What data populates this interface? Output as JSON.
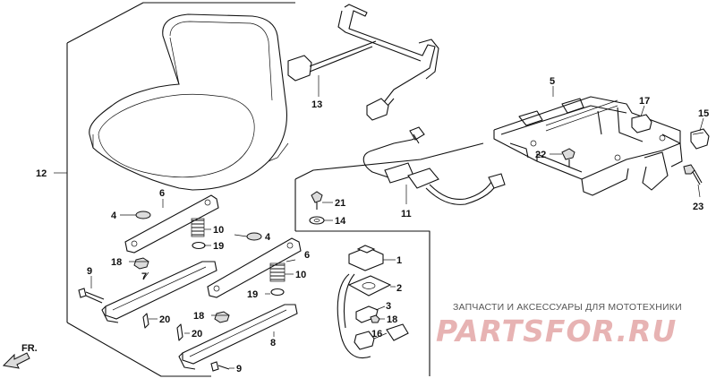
{
  "diagram": {
    "direction_label": "FR.",
    "callouts": {
      "c1": "1",
      "c2": "2",
      "c3": "3",
      "c4a": "4",
      "c4b": "4",
      "c5": "5",
      "c6a": "6",
      "c6b": "6",
      "c7": "7",
      "c8": "8",
      "c9a": "9",
      "c9b": "9",
      "c10a": "10",
      "c10b": "10",
      "c11": "11",
      "c12": "12",
      "c13": "13",
      "c14": "14",
      "c15": "15",
      "c16": "16",
      "c17": "17",
      "c18a": "18",
      "c18b": "18",
      "c18c": "18",
      "c19a": "19",
      "c19b": "19",
      "c20a": "20",
      "c20b": "20",
      "c21": "21",
      "c22": "22",
      "c23": "23"
    }
  },
  "watermark": {
    "tagline": "ЗАПЧАСТИ И АКСЕССУАРЫ ДЛЯ МОТОТЕХНИКИ",
    "logo": "PARTSFOR.RU"
  }
}
